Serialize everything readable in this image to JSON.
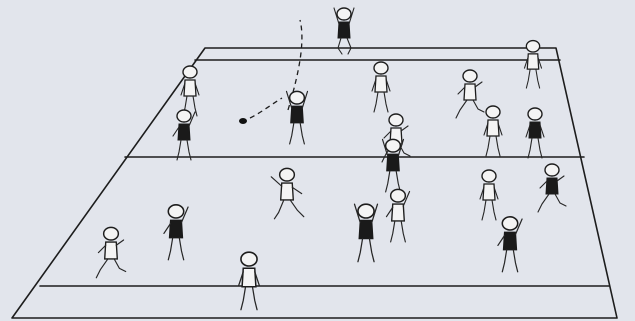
{
  "scene": {
    "background": "#e2e5ec",
    "ink": "#1d1d1d",
    "players": [
      {
        "team": "dark",
        "pose": "jump"
      },
      {
        "team": "light",
        "pose": "stand"
      },
      {
        "team": "light",
        "pose": "stand"
      },
      {
        "team": "light",
        "pose": "stand"
      },
      {
        "team": "light",
        "pose": "run"
      },
      {
        "team": "dark",
        "pose": "arms-up"
      },
      {
        "team": "dark",
        "pose": "arm-up"
      },
      {
        "team": "dark",
        "pose": "stand"
      },
      {
        "team": "light",
        "pose": "stand"
      },
      {
        "team": "light",
        "pose": "run"
      },
      {
        "team": "dark",
        "pose": "arms-up"
      },
      {
        "team": "light",
        "pose": "lean"
      },
      {
        "team": "light",
        "pose": "stand"
      },
      {
        "team": "dark",
        "pose": "run"
      },
      {
        "team": "light",
        "pose": "run"
      },
      {
        "team": "dark",
        "pose": "arm-up"
      },
      {
        "team": "dark",
        "pose": "arms-up"
      },
      {
        "team": "light",
        "pose": "arm-up"
      },
      {
        "team": "dark",
        "pose": "arm-up"
      },
      {
        "team": "light",
        "pose": "stand"
      }
    ],
    "ball": {
      "present": true
    }
  }
}
